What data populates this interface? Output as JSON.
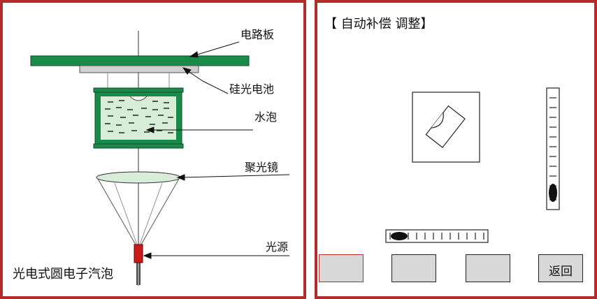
{
  "diagram": {
    "labels": {
      "circuit_board": "电路板",
      "silicon_cell": "硅光电池",
      "bubble": "水泡",
      "lens": "聚光镜",
      "light_source": "光源"
    },
    "caption": "光电式圆电子汽泡"
  },
  "panel": {
    "title": "【 自动补偿 调整】",
    "buttons": [
      "",
      "",
      "",
      "返回"
    ]
  },
  "colors": {
    "frame": "#b32b2b",
    "board": "#1a8a4a",
    "bubble_fill": "#d8ecd8",
    "source": "#cc1a1a",
    "button": "#d8d8d8"
  }
}
